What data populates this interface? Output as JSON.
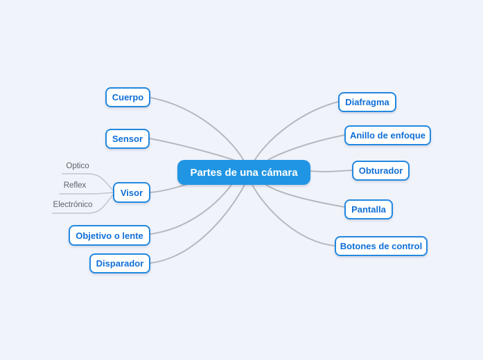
{
  "center": {
    "label": "Partes de una cámara"
  },
  "branches": {
    "cuerpo": {
      "label": "Cuerpo"
    },
    "sensor": {
      "label": "Sensor"
    },
    "visor": {
      "label": "Visor"
    },
    "objetivo": {
      "label": "Objetivo o lente"
    },
    "disparador": {
      "label": "Disparador"
    },
    "diafragma": {
      "label": "Diafragma"
    },
    "anillo": {
      "label": "Anillo de enfoque"
    },
    "obturador": {
      "label": "Obturador"
    },
    "pantalla": {
      "label": "Pantalla"
    },
    "botones": {
      "label": "Botones de control"
    }
  },
  "visor_children": {
    "optico": {
      "label": "Optico"
    },
    "reflex": {
      "label": "Reflex"
    },
    "electronico": {
      "label": "Electrónico"
    }
  },
  "colors": {
    "background": "#f1f3fb",
    "center_bg": "#2095e3",
    "center_text": "#ffffff",
    "node_border": "#2188e0",
    "node_text": "#0f6fd7",
    "connector": "#b6b8bf",
    "child_connector": "#c2c4cc",
    "child_text": "#5c6066"
  }
}
